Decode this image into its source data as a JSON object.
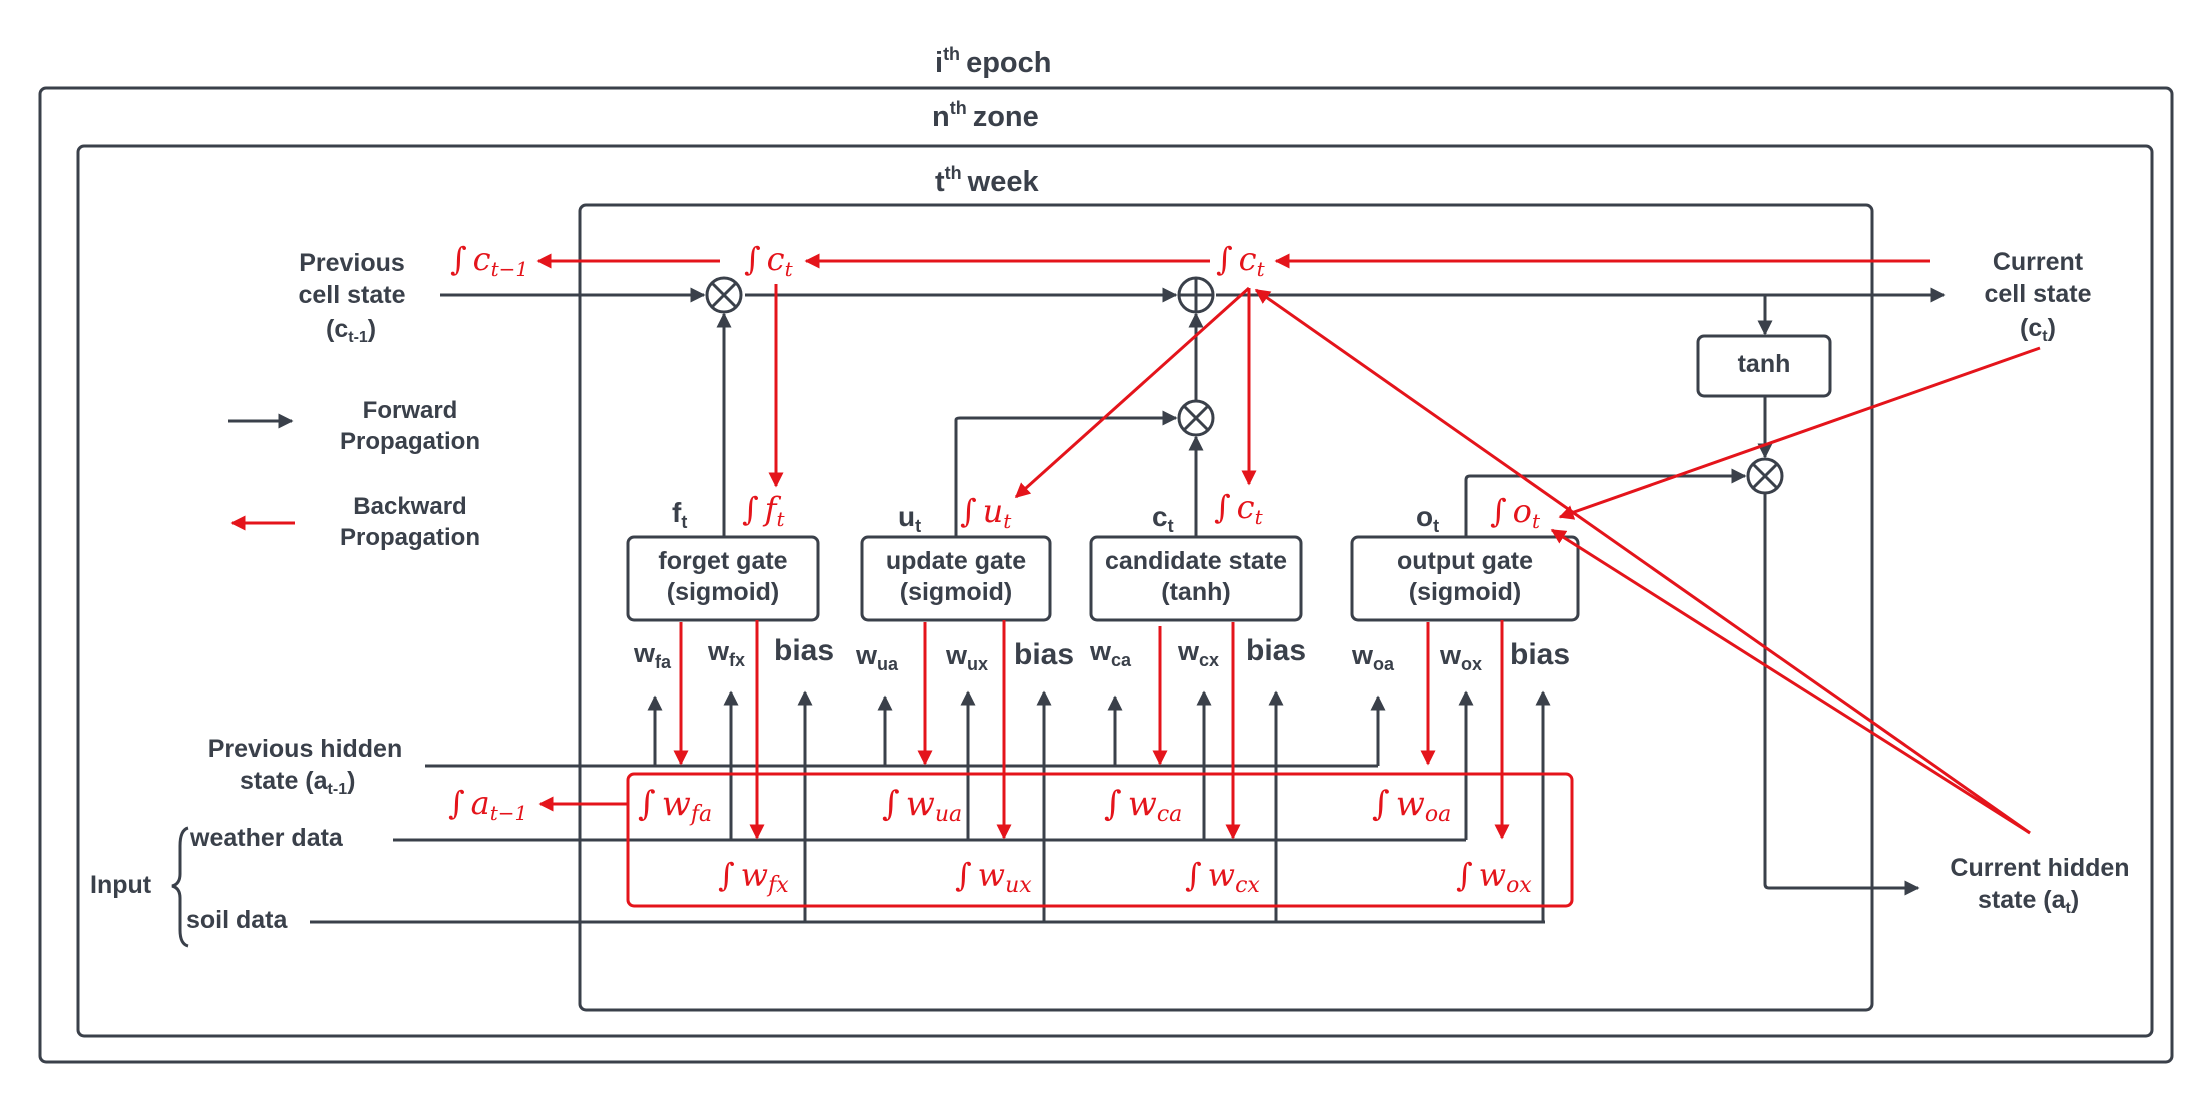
{
  "frames": {
    "epoch": {
      "base": "i",
      "sup": "th",
      "text": "epoch"
    },
    "zone": {
      "base": "n",
      "sup": "th",
      "text": "zone"
    },
    "week": {
      "base": "t",
      "sup": "th",
      "text": "week"
    }
  },
  "legend": {
    "forward": [
      "Forward",
      "Propagation"
    ],
    "backward": [
      "Backward",
      "Propagation"
    ]
  },
  "states": {
    "prev_cell": {
      "lines": [
        "Previous",
        "cell state"
      ],
      "sym": "(c",
      "sub": "t-1",
      "close": ")"
    },
    "curr_cell": {
      "lines": [
        "Current",
        "cell state"
      ],
      "sym": "(c",
      "sub": "t",
      "close": ")"
    },
    "prev_hidden": {
      "line1": "Previous hidden",
      "line2": "state (a",
      "sub": "t-1",
      "close": ")"
    },
    "curr_hidden": {
      "line1": "Current hidden",
      "line2": "state (a",
      "sub": "t",
      "close": ")"
    }
  },
  "inputs": {
    "group_label": "Input",
    "weather": "weather data",
    "soil": "soil data"
  },
  "gates": [
    {
      "id": "forget",
      "line1": "forget gate",
      "line2": "(sigmoid)",
      "out": "f",
      "grad": "f",
      "w": [
        [
          "w",
          "fa"
        ],
        [
          "w",
          "fx"
        ]
      ],
      "bias": "bias",
      "dw": [
        [
          "w",
          "fa"
        ],
        [
          "w",
          "fx"
        ]
      ]
    },
    {
      "id": "update",
      "line1": "update gate",
      "line2": "(sigmoid)",
      "out": "u",
      "grad": "u",
      "w": [
        [
          "w",
          "ua"
        ],
        [
          "w",
          "ux"
        ]
      ],
      "bias": "bias",
      "dw": [
        [
          "w",
          "ua"
        ],
        [
          "w",
          "ux"
        ]
      ]
    },
    {
      "id": "candidate",
      "line1": "candidate state",
      "line2": "(tanh)",
      "out": "c",
      "grad": "c",
      "w": [
        [
          "w",
          "ca"
        ],
        [
          "w",
          "cx"
        ]
      ],
      "bias": "bias",
      "dw": [
        [
          "w",
          "ca"
        ],
        [
          "w",
          "cx"
        ]
      ]
    },
    {
      "id": "output",
      "line1": "output gate",
      "line2": "(sigmoid)",
      "out": "o",
      "grad": "o",
      "w": [
        [
          "w",
          "oa"
        ],
        [
          "w",
          "ox"
        ]
      ],
      "bias": "bias",
      "dw": [
        [
          "w",
          "oa"
        ],
        [
          "w",
          "ox"
        ]
      ]
    }
  ],
  "ops": {
    "tanh": "tanh",
    "multiply": "⊗",
    "add": "⊕"
  },
  "gradients": {
    "integral": "∫",
    "c_prev": {
      "base": "c",
      "sub": "t−1"
    },
    "c_t": {
      "base": "c",
      "sub": "t"
    },
    "a_prev": {
      "base": "a",
      "sub": "t−1"
    },
    "sub_t": "t"
  },
  "colors": {
    "forward": "#3a404a",
    "backward": "#e4141b"
  }
}
